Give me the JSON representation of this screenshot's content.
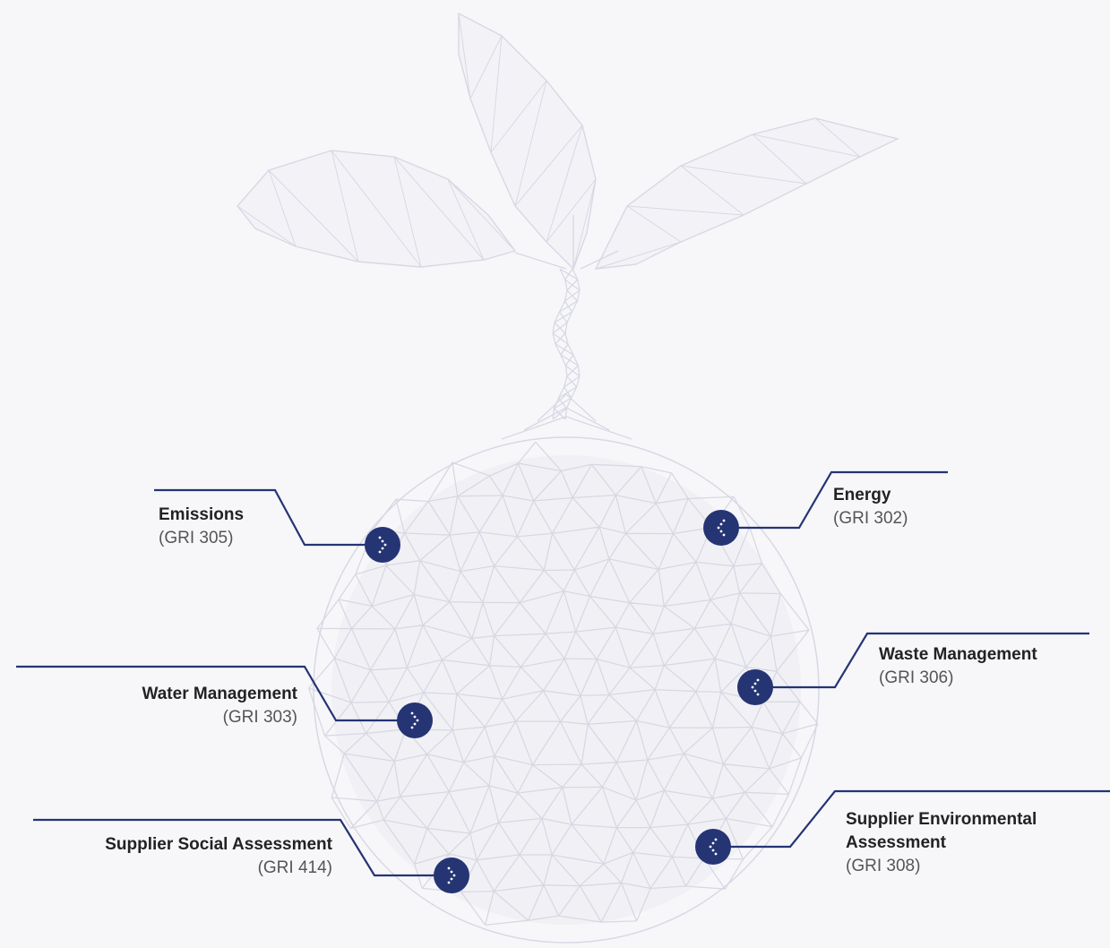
{
  "colors": {
    "accent": "#253473",
    "mesh": "#d8d8e4",
    "background": "#f7f7fa"
  },
  "hotspot_icon": "chevron-dots-icon",
  "topics": [
    {
      "id": "emissions",
      "title": "Emissions",
      "code": "(GRI 305)",
      "side": "left",
      "arrow": "right"
    },
    {
      "id": "energy",
      "title": "Energy",
      "code": "(GRI 302)",
      "side": "right",
      "arrow": "left"
    },
    {
      "id": "water-management",
      "title": "Water Management",
      "code": "(GRI 303)",
      "side": "left",
      "arrow": "right"
    },
    {
      "id": "waste-management",
      "title": "Waste Management",
      "code": "(GRI 306)",
      "side": "right",
      "arrow": "left"
    },
    {
      "id": "supplier-social-assessment",
      "title": "Supplier Social Assessment",
      "code": "(GRI 414)",
      "side": "left",
      "arrow": "right"
    },
    {
      "id": "supplier-environmental-assessment",
      "title": "Supplier Environmental Assessment",
      "code": "(GRI 308)",
      "side": "right",
      "arrow": "left"
    }
  ]
}
